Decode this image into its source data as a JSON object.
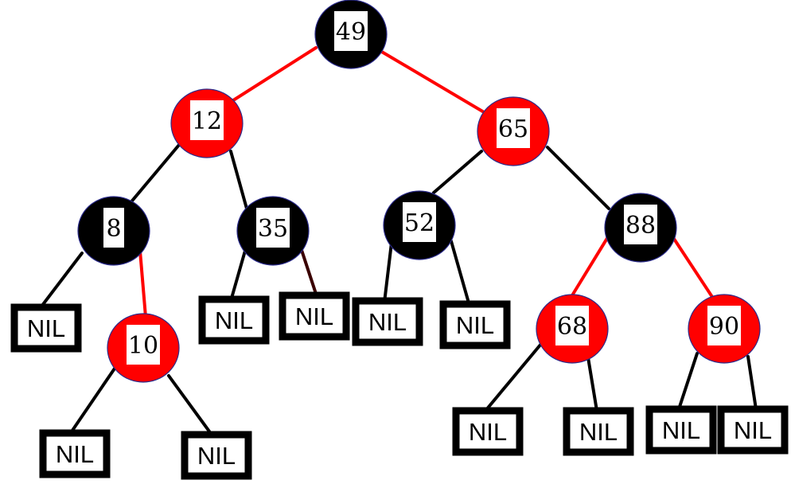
{
  "colors": {
    "red": "#ff0000",
    "black": "#000000",
    "red_edge": "#ff0000",
    "black_edge": "#000000",
    "dark_edge": "#3a0000",
    "label_box": "#ffffff"
  },
  "nodes": [
    {
      "id": "n49",
      "label": "49",
      "color": "black"
    },
    {
      "id": "n12",
      "label": "12",
      "color": "red"
    },
    {
      "id": "n65",
      "label": "65",
      "color": "red"
    },
    {
      "id": "n8",
      "label": "8",
      "color": "black"
    },
    {
      "id": "n35",
      "label": "35",
      "color": "black"
    },
    {
      "id": "n52",
      "label": "52",
      "color": "black"
    },
    {
      "id": "n88",
      "label": "88",
      "color": "black"
    },
    {
      "id": "n10",
      "label": "10",
      "color": "red"
    },
    {
      "id": "n68",
      "label": "68",
      "color": "red"
    },
    {
      "id": "n90",
      "label": "90",
      "color": "red"
    }
  ],
  "nil_label": "NIL",
  "nil_leaves": [
    {
      "id": "nil-8-left"
    },
    {
      "id": "nil-10-left"
    },
    {
      "id": "nil-10-right"
    },
    {
      "id": "nil-35-left"
    },
    {
      "id": "nil-35-right"
    },
    {
      "id": "nil-52-left"
    },
    {
      "id": "nil-52-right"
    },
    {
      "id": "nil-68-left"
    },
    {
      "id": "nil-68-right"
    },
    {
      "id": "nil-90-left"
    },
    {
      "id": "nil-90-right"
    }
  ],
  "edges": [
    {
      "from": "n49",
      "to": "n12",
      "color": "red_edge"
    },
    {
      "from": "n49",
      "to": "n65",
      "color": "red_edge"
    },
    {
      "from": "n12",
      "to": "n8",
      "color": "black_edge"
    },
    {
      "from": "n12",
      "to": "n35",
      "color": "black_edge"
    },
    {
      "from": "n65",
      "to": "n52",
      "color": "black_edge"
    },
    {
      "from": "n65",
      "to": "n88",
      "color": "black_edge"
    },
    {
      "from": "n8",
      "to": "nil-8-left",
      "color": "black_edge"
    },
    {
      "from": "n8",
      "to": "n10",
      "color": "red_edge"
    },
    {
      "from": "n10",
      "to": "nil-10-left",
      "color": "black_edge"
    },
    {
      "from": "n10",
      "to": "nil-10-right",
      "color": "black_edge"
    },
    {
      "from": "n35",
      "to": "nil-35-left",
      "color": "black_edge"
    },
    {
      "from": "n35",
      "to": "nil-35-right",
      "color": "dark_edge"
    },
    {
      "from": "n52",
      "to": "nil-52-left",
      "color": "black_edge"
    },
    {
      "from": "n52",
      "to": "nil-52-right",
      "color": "black_edge"
    },
    {
      "from": "n88",
      "to": "n68",
      "color": "red_edge"
    },
    {
      "from": "n88",
      "to": "n90",
      "color": "red_edge"
    },
    {
      "from": "n68",
      "to": "nil-68-left",
      "color": "black_edge"
    },
    {
      "from": "n68",
      "to": "nil-68-right",
      "color": "black_edge"
    },
    {
      "from": "n90",
      "to": "nil-90-left",
      "color": "black_edge"
    },
    {
      "from": "n90",
      "to": "nil-90-right",
      "color": "black_edge"
    }
  ]
}
